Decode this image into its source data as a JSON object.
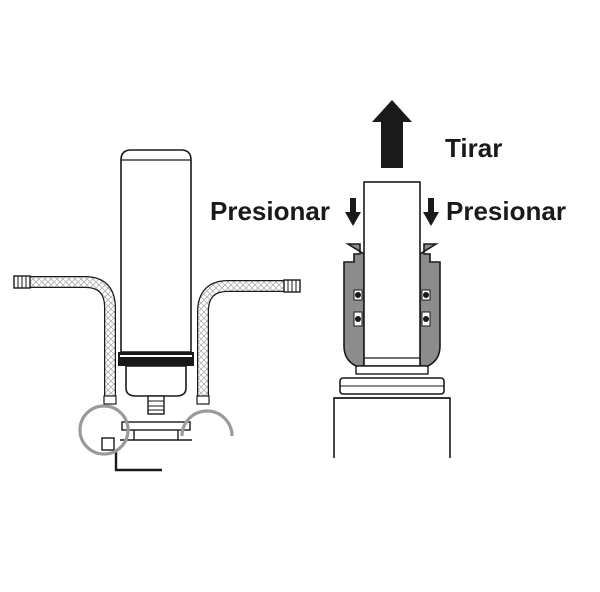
{
  "labels": {
    "pull": "Tirar",
    "press_left": "Presionar",
    "press_right": "Presionar"
  },
  "colors": {
    "line": "#1a1a1a",
    "highlight_circle": "#9a9a9a",
    "fitting_gray": "#8c8c8c",
    "hose_pattern": "#b0b0b0"
  },
  "icons": {
    "pull_arrow": "arrow-up-icon",
    "press_arrow": "arrow-down-icon"
  }
}
